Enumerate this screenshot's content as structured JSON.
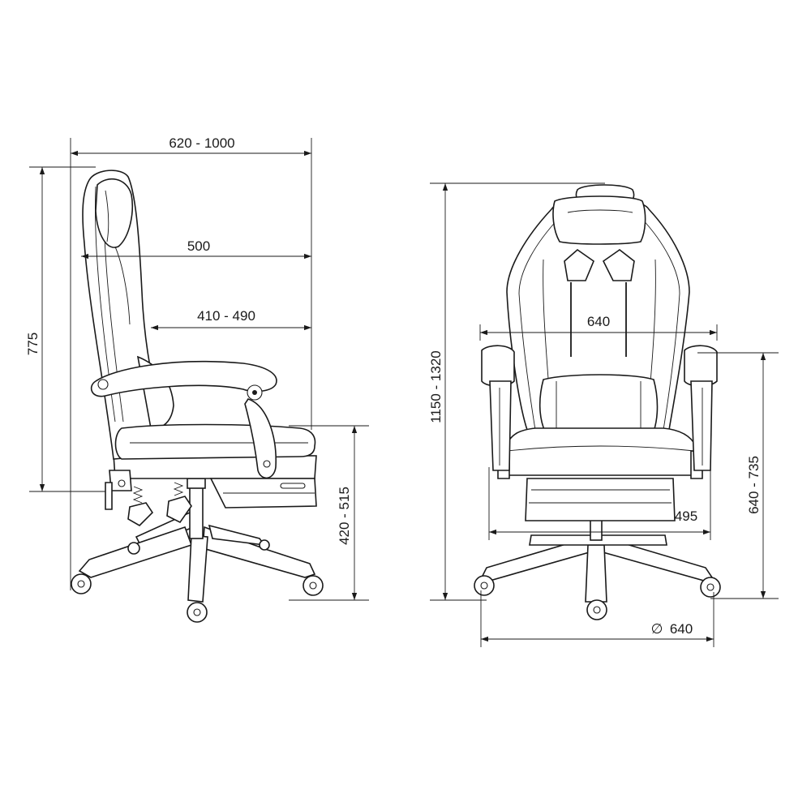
{
  "side_view": {
    "dim_overall_depth": "620 - 1000",
    "dim_seat_to_back": "500",
    "dim_seat_depth": "410 - 490",
    "dim_back_height": "775",
    "dim_seat_height": "420 - 515"
  },
  "front_view": {
    "dim_back_width": "640",
    "dim_overall_height": "1150 - 1320",
    "dim_armrest_height": "640 - 735",
    "dim_seat_width": "495",
    "dim_base_diameter": "640",
    "diameter_symbol": "∅"
  },
  "colors": {
    "line": "#1a1a1a",
    "background": "#ffffff"
  }
}
